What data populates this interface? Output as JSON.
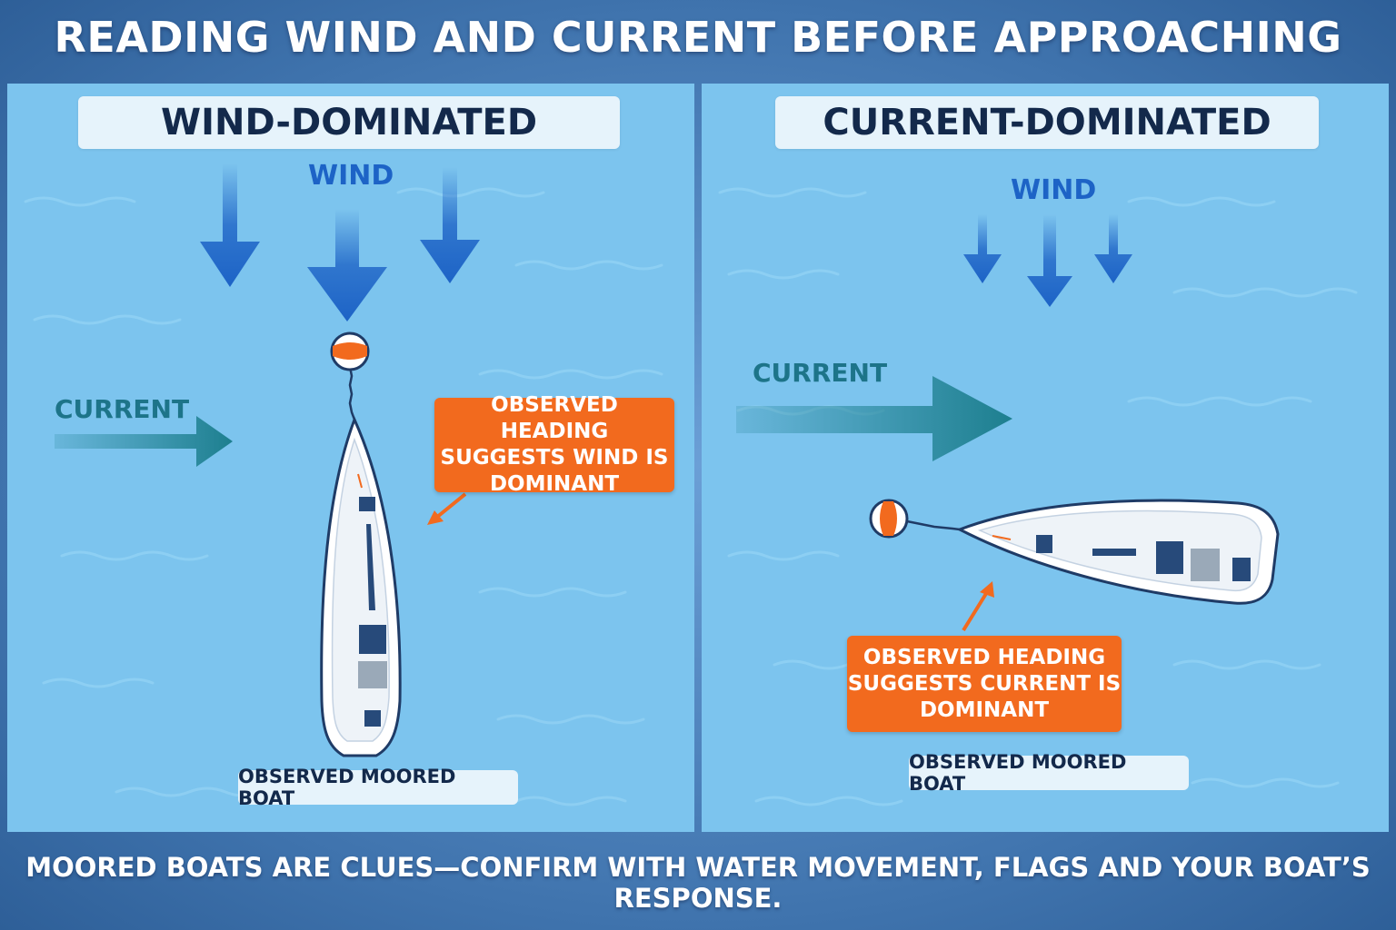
{
  "title": "READING WIND AND CURRENT BEFORE APPROACHING",
  "panels": {
    "left": {
      "heading": "WIND-DOMINATED",
      "wind_label": "WIND",
      "current_label": "CURRENT",
      "callout": "OBSERVED HEADING SUGGESTS WIND IS DOMINANT",
      "boat_label": "OBSERVED MOORED BOAT"
    },
    "right": {
      "heading": "CURRENT-DOMINATED",
      "wind_label": "WIND",
      "current_label": "CURRENT",
      "callout": "OBSERVED HEADING SUGGESTS CURRENT IS DOMINANT",
      "boat_label": "OBSERVED MOORED BOAT"
    }
  },
  "footer": "MOORED BOATS ARE CLUES—CONFIRM WITH WATER MOVEMENT, FLAGS AND YOUR BOAT’S RESPONSE.",
  "colors": {
    "water": "#7cc4ee",
    "wind_arrow": "#1d63c6",
    "current_arrow": "#1d7f8f",
    "callout": "#f26a1e",
    "heading_text": "#13294b",
    "buoy": "#f26a1e"
  },
  "icons": [
    "wind-arrow-icon",
    "current-arrow-icon",
    "mooring-buoy-icon",
    "sailboat-icon",
    "callout-pointer-icon"
  ]
}
